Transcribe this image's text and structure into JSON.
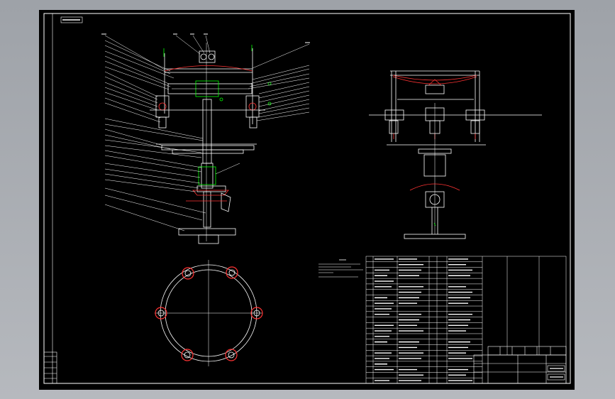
{
  "drawing": {
    "title_block_text": "",
    "notes_heading": "",
    "table_header": [
      "",
      "",
      "",
      "",
      ""
    ]
  },
  "colors": {
    "background": "#000000",
    "line": "#ffffff",
    "accent_red": "#ff3333",
    "accent_green": "#00ff00",
    "accent_magenta": "#ff55ff",
    "frame_outer": "#a9acb2"
  },
  "views": [
    {
      "name": "front-section-view"
    },
    {
      "name": "side-view"
    },
    {
      "name": "top-view"
    }
  ]
}
